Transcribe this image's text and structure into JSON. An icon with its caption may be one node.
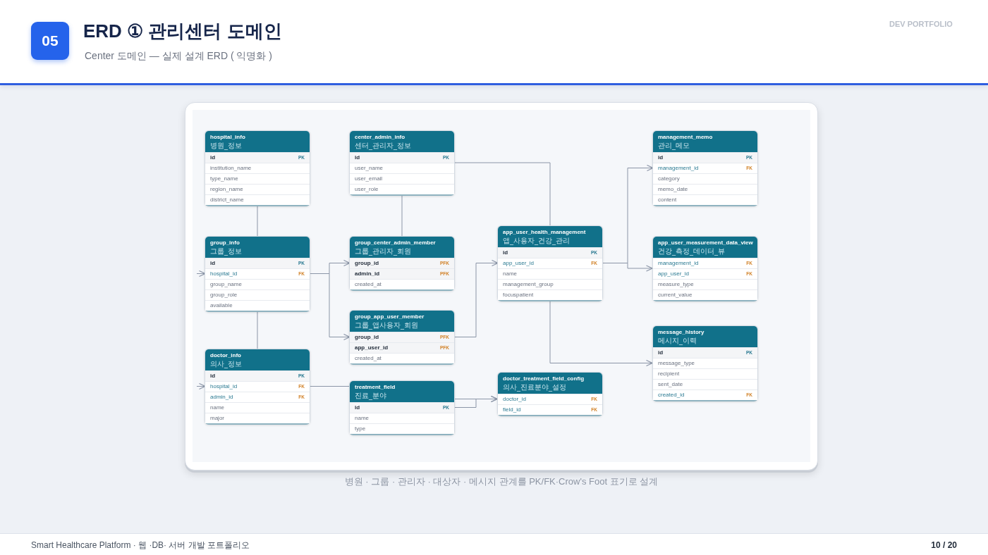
{
  "diagram": {
    "title": "ERD ① 관리센터 도메인",
    "caption": "병원 · 그룹 · 관리자 · 대상자 · 메시지 관계를 PK/FK·Crow's Foot 표기로 설계",
    "nodes": [
      {
        "text": [
          "hospital_info",
          "병원_정보"
        ]
      },
      {
        "text": [
          "id",
          "PK"
        ],
        "in": 0
      },
      {
        "text": [
          "institution_name"
        ],
        "in": 0
      },
      {
        "text": [
          "type_name"
        ],
        "in": 0
      },
      {
        "text": [
          "region_name"
        ],
        "in": 0
      },
      {
        "text": [
          "district_name"
        ],
        "in": 0
      },
      {
        "text": [
          "center_admin_info",
          "센터_관리자_정보"
        ]
      },
      {
        "text": [
          "id",
          "PK"
        ],
        "in": 6
      },
      {
        "text": [
          "user_name"
        ],
        "in": 6
      },
      {
        "text": [
          "user_email"
        ],
        "in": 6
      },
      {
        "text": [
          "user_role"
        ],
        "in": 6
      },
      {
        "text": [
          "management_memo",
          "관리_메모"
        ]
      },
      {
        "text": [
          "id",
          "PK"
        ],
        "in": 11
      },
      {
        "text": [
          "management_id",
          "FK"
        ],
        "in": 11
      },
      {
        "text": [
          "category"
        ],
        "in": 11
      },
      {
        "text": [
          "memo_date"
        ],
        "in": 11
      },
      {
        "text": [
          "content"
        ],
        "in": 11
      },
      {
        "text": [
          "group_info",
          "그룹_정보"
        ]
      },
      {
        "text": [
          "id",
          "PK"
        ],
        "in": 17
      },
      {
        "text": [
          "hospital_id",
          "FK"
        ],
        "in": 17
      },
      {
        "text": [
          "group_name"
        ],
        "in": 17
      },
      {
        "text": [
          "group_role"
        ],
        "in": 17
      },
      {
        "text": [
          "available"
        ],
        "in": 17
      },
      {
        "text": [
          "group_center_admin_member",
          "그룹_관리자_회원"
        ]
      },
      {
        "text": [
          "group_id",
          "PFK"
        ],
        "in": 23
      },
      {
        "text": [
          "admin_id",
          "PFK"
        ],
        "in": 23
      },
      {
        "text": [
          "created_at"
        ],
        "in": 23
      },
      {
        "text": [
          "app_user_health_management",
          "앱_사용자_건강_관리"
        ]
      },
      {
        "text": [
          "id",
          "PK"
        ],
        "in": 27
      },
      {
        "text": [
          "app_user_id",
          "FK"
        ],
        "in": 27
      },
      {
        "text": [
          "name"
        ],
        "in": 27
      },
      {
        "text": [
          "management_group"
        ],
        "in": 27
      },
      {
        "text": [
          "focuspatient"
        ],
        "in": 27
      },
      {
        "text": [
          "app_user_measurement_data_view",
          "건강_측정_데이터_뷰"
        ]
      },
      {
        "text": [
          "management_id",
          "FK"
        ],
        "in": 33
      },
      {
        "text": [
          "app_user_id",
          "FK"
        ],
        "in": 33
      },
      {
        "text": [
          "measure_type"
        ],
        "in": 33
      },
      {
        "text": [
          "current_value"
        ],
        "in": 33
      },
      {
        "text": [
          "group_app_user_member",
          "그룹_앱사용자_회원"
        ]
      },
      {
        "text": [
          "group_id",
          "PFK"
        ],
        "in": 38
      },
      {
        "text": [
          "app_user_id",
          "PFK"
        ],
        "in": 38
      },
      {
        "text": [
          "created_at"
        ],
        "in": 38
      },
      {
        "text": [
          "doctor_info",
          "의사_정보"
        ]
      },
      {
        "text": [
          "id",
          "PK"
        ],
        "in": 42
      },
      {
        "text": [
          "hospital_id",
          "FK"
        ],
        "in": 42
      },
      {
        "text": [
          "admin_id",
          "FK"
        ],
        "in": 42
      },
      {
        "text": [
          "name"
        ],
        "in": 42
      },
      {
        "text": [
          "major"
        ],
        "in": 42
      },
      {
        "text": [
          "message_history",
          "메시지_이력"
        ]
      },
      {
        "text": [
          "id",
          "PK"
        ],
        "in": 48
      },
      {
        "text": [
          "message_type"
        ],
        "in": 48
      },
      {
        "text": [
          "recipient"
        ],
        "in": 48
      },
      {
        "text": [
          "sent_date"
        ],
        "in": 48
      },
      {
        "text": [
          "created_id",
          "FK"
        ],
        "in": 48
      },
      {
        "text": [
          "treatment_field",
          "진료_분야"
        ]
      },
      {
        "text": [
          "id",
          "PK"
        ],
        "in": 54
      },
      {
        "text": [
          "name"
        ],
        "in": 54
      },
      {
        "text": [
          "type"
        ],
        "in": 54
      },
      {
        "text": [
          "doctor_treatment_field_config",
          "의사_진료분야_설정"
        ]
      },
      {
        "text": [
          "doctor_id",
          "FK"
        ],
        "in": 58
      },
      {
        "text": [
          "field_id",
          "FK"
        ],
        "in": 58
      }
    ],
    "edges": [
      {
        "from": 0,
        "to": 17,
        "arrow": "none"
      },
      {
        "from": 6,
        "to": 23,
        "arrow": "none"
      },
      {
        "from": 6,
        "to": 27,
        "arrow": "none"
      },
      {
        "from": 19,
        "to": 24,
        "arrow": "to"
      },
      {
        "from": 19,
        "to": 39,
        "arrow": "to"
      },
      {
        "from": 39,
        "to": 29,
        "arrow": "to"
      },
      {
        "from": 29,
        "to": 13,
        "arrow": "to"
      },
      {
        "from": 29,
        "to": 33,
        "arrow": "to"
      },
      {
        "from": 27,
        "to": 48,
        "arrow": "to"
      },
      {
        "from": null,
        "to": 19,
        "arrow": "to"
      },
      {
        "from": null,
        "to": 44,
        "arrow": "to"
      },
      {
        "from": 17,
        "to": 42,
        "arrow": "none"
      },
      {
        "from": 44,
        "to": 54,
        "arrow": "none"
      },
      {
        "from": 54,
        "to": 58,
        "arrow": "to"
      },
      {
        "from": 55,
        "to": 58,
        "arrow": "to"
      }
    ],
    "labels": [
      "05",
      "Center 도메인 — 실제 설계 ERD ( 익명화 )",
      "DEV PORTFOLIO",
      "Smart Healthcare Platform · 웹 ·DB· 서버 개발 포트폴리오",
      "10 / 20"
    ]
  }
}
